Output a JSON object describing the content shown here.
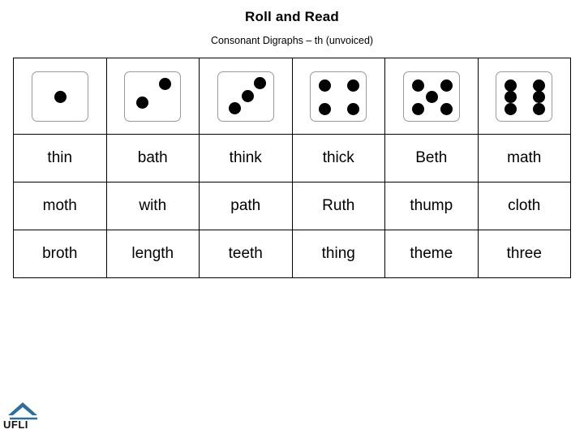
{
  "header": {
    "title": "Roll and Read",
    "subtitle": "Consonant Digraphs – th (unvoiced)"
  },
  "dice": [
    {
      "name": "die-face-1",
      "pips": 1
    },
    {
      "name": "die-face-2",
      "pips": 2
    },
    {
      "name": "die-face-3",
      "pips": 3
    },
    {
      "name": "die-face-4",
      "pips": 4
    },
    {
      "name": "die-face-5",
      "pips": 5
    },
    {
      "name": "die-face-6",
      "pips": 6
    }
  ],
  "words": {
    "rows": [
      [
        "thin",
        "bath",
        "think",
        "thick",
        "Beth",
        "math"
      ],
      [
        "moth",
        "with",
        "path",
        "Ruth",
        "thump",
        "cloth"
      ],
      [
        "broth",
        "length",
        "teeth",
        "thing",
        "theme",
        "three"
      ]
    ]
  },
  "logo": {
    "text": "UFLI"
  }
}
